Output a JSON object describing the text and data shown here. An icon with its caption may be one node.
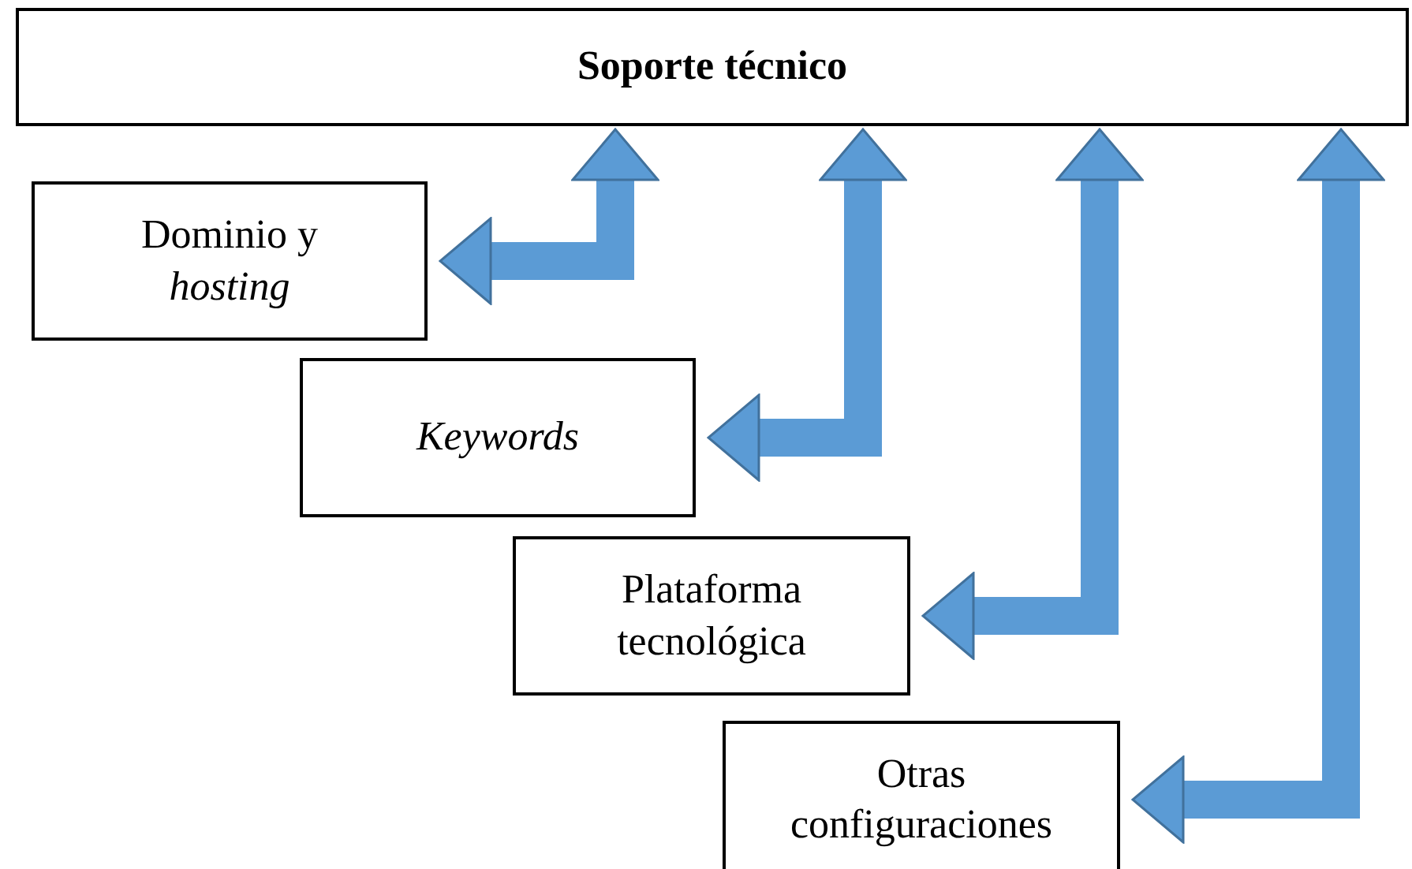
{
  "diagram": {
    "nodes": [
      {
        "text": [
          "Soporte técnico"
        ]
      },
      {
        "text": [
          "Dominio y *hosting*"
        ]
      },
      {
        "text": [
          "Keywords"
        ]
      },
      {
        "text": [
          "Plataforma tecnológica"
        ]
      },
      {
        "text": [
          "Otras configuraciones"
        ]
      }
    ],
    "edges": [
      {
        "from": 0,
        "to": 1,
        "arrow": "both"
      },
      {
        "from": 0,
        "to": 2,
        "arrow": "both"
      },
      {
        "from": 0,
        "to": 3,
        "arrow": "both"
      },
      {
        "from": 0,
        "to": 4,
        "arrow": "both"
      }
    ]
  }
}
